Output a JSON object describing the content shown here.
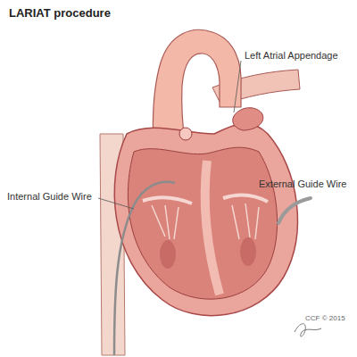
{
  "diagram": {
    "title": "LARIAT procedure",
    "labels": [
      "Left Atrial Appendage",
      "Internal Guide Wire",
      "External Guide Wire",
      "CCF © 2015"
    ]
  }
}
